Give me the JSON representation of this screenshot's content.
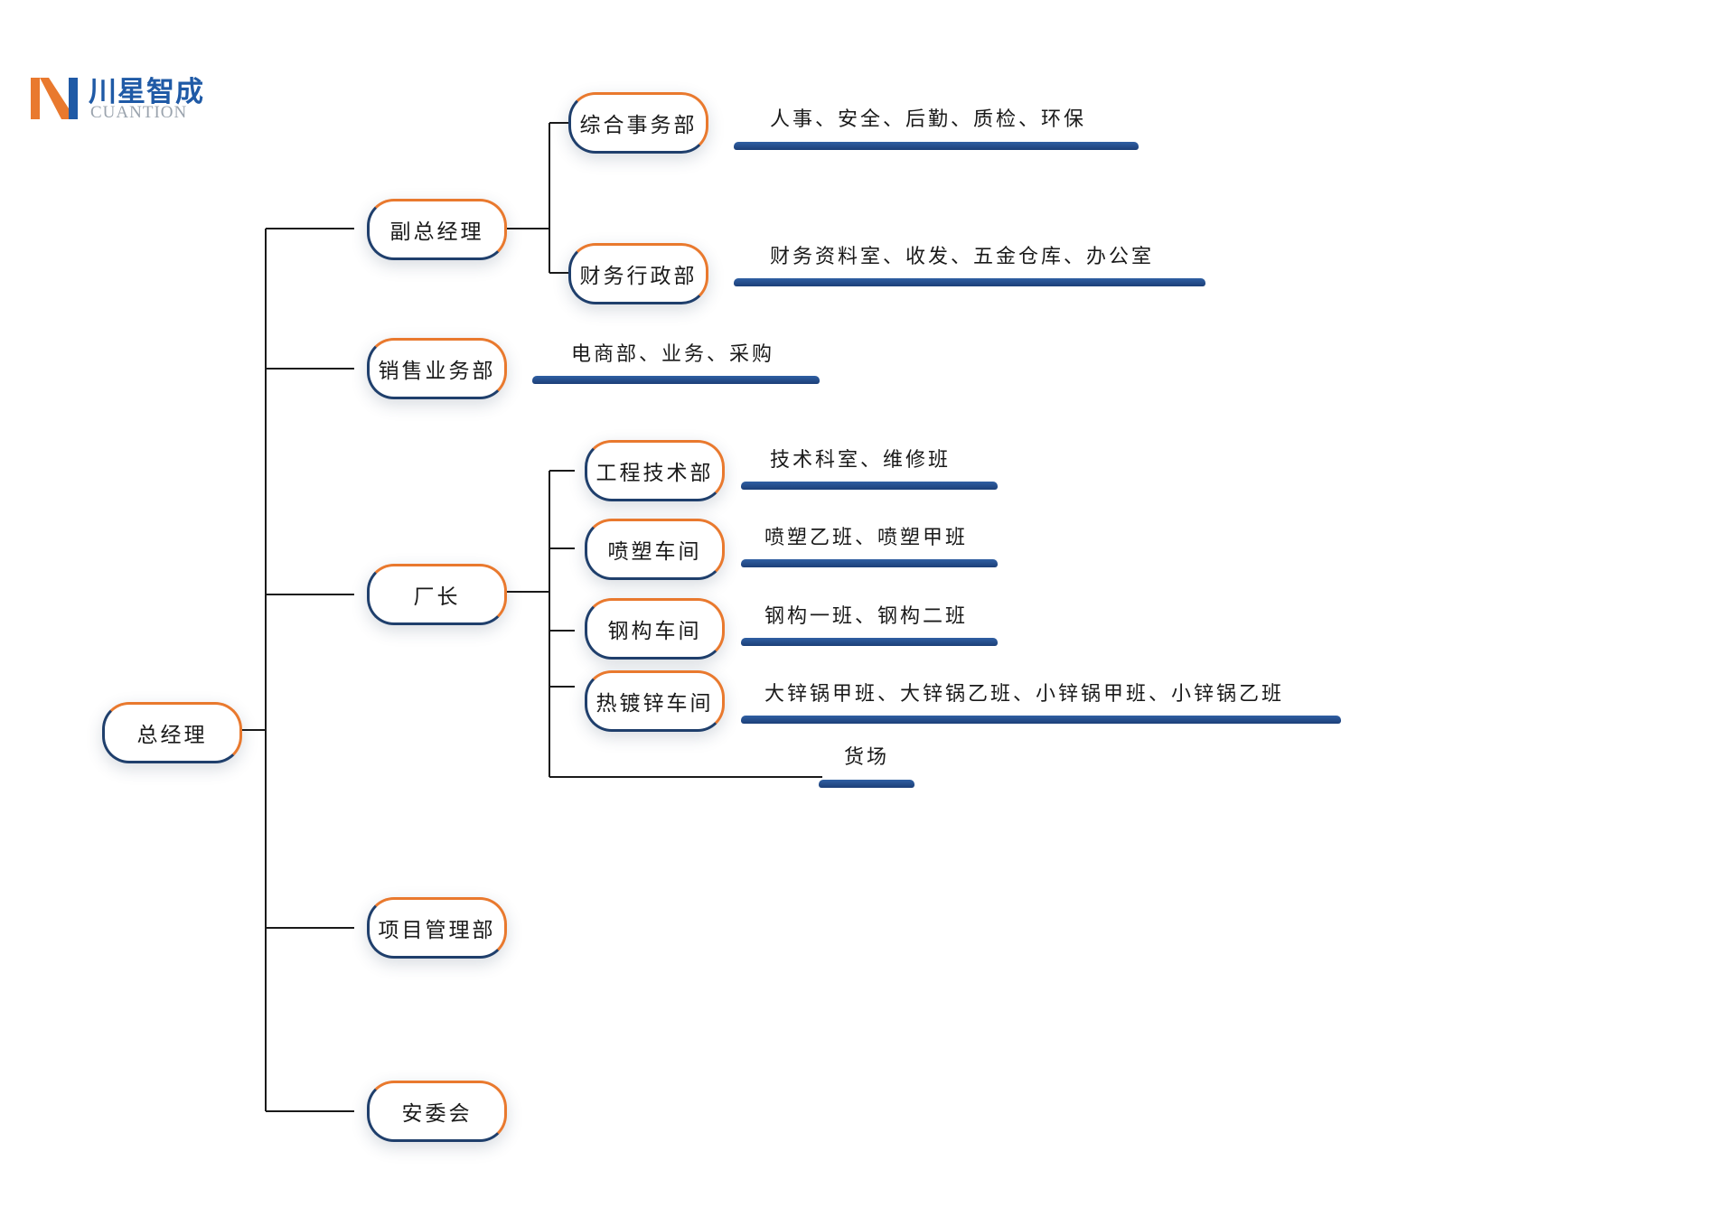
{
  "logo": {
    "name_cn": "川星智成",
    "name_en": "CUANTION"
  },
  "root": {
    "label": "总经理"
  },
  "level1": [
    {
      "id": "vgm",
      "label": "副总经理"
    },
    {
      "id": "sales",
      "label": "销售业务部"
    },
    {
      "id": "factory",
      "label": "厂长"
    },
    {
      "id": "project",
      "label": "项目管理部"
    },
    {
      "id": "safety",
      "label": "安委会"
    }
  ],
  "level2": [
    {
      "id": "general_affairs",
      "label": "综合事务部",
      "parent": "vgm"
    },
    {
      "id": "finance_admin",
      "label": "财务行政部",
      "parent": "vgm"
    },
    {
      "id": "engineering",
      "label": "工程技术部",
      "parent": "factory"
    },
    {
      "id": "spray",
      "label": "喷塑车间",
      "parent": "factory"
    },
    {
      "id": "steel",
      "label": "钢构车间",
      "parent": "factory"
    },
    {
      "id": "galvanize",
      "label": "热镀锌车间",
      "parent": "factory"
    }
  ],
  "details": [
    {
      "for": "general_affairs",
      "text": "人事、安全、后勤、质检、环保"
    },
    {
      "for": "finance_admin",
      "text": "财务资料室、收发、五金仓库、办公室"
    },
    {
      "for": "sales",
      "text": "电商部、业务、采购"
    },
    {
      "for": "engineering",
      "text": "技术科室、维修班"
    },
    {
      "for": "spray",
      "text": "喷塑乙班、喷塑甲班"
    },
    {
      "for": "steel",
      "text": "钢构一班、钢构二班"
    },
    {
      "for": "galvanize",
      "text": "大锌锅甲班、大锌锅乙班、小锌锅甲班、小锌锅乙班"
    },
    {
      "for": "factory",
      "text": "货场"
    }
  ],
  "colors": {
    "accent_orange": "#e9792e",
    "navy": "#1f3f6c",
    "bar_blue": "#2f5fa3",
    "connector": "#1a1a1a"
  }
}
